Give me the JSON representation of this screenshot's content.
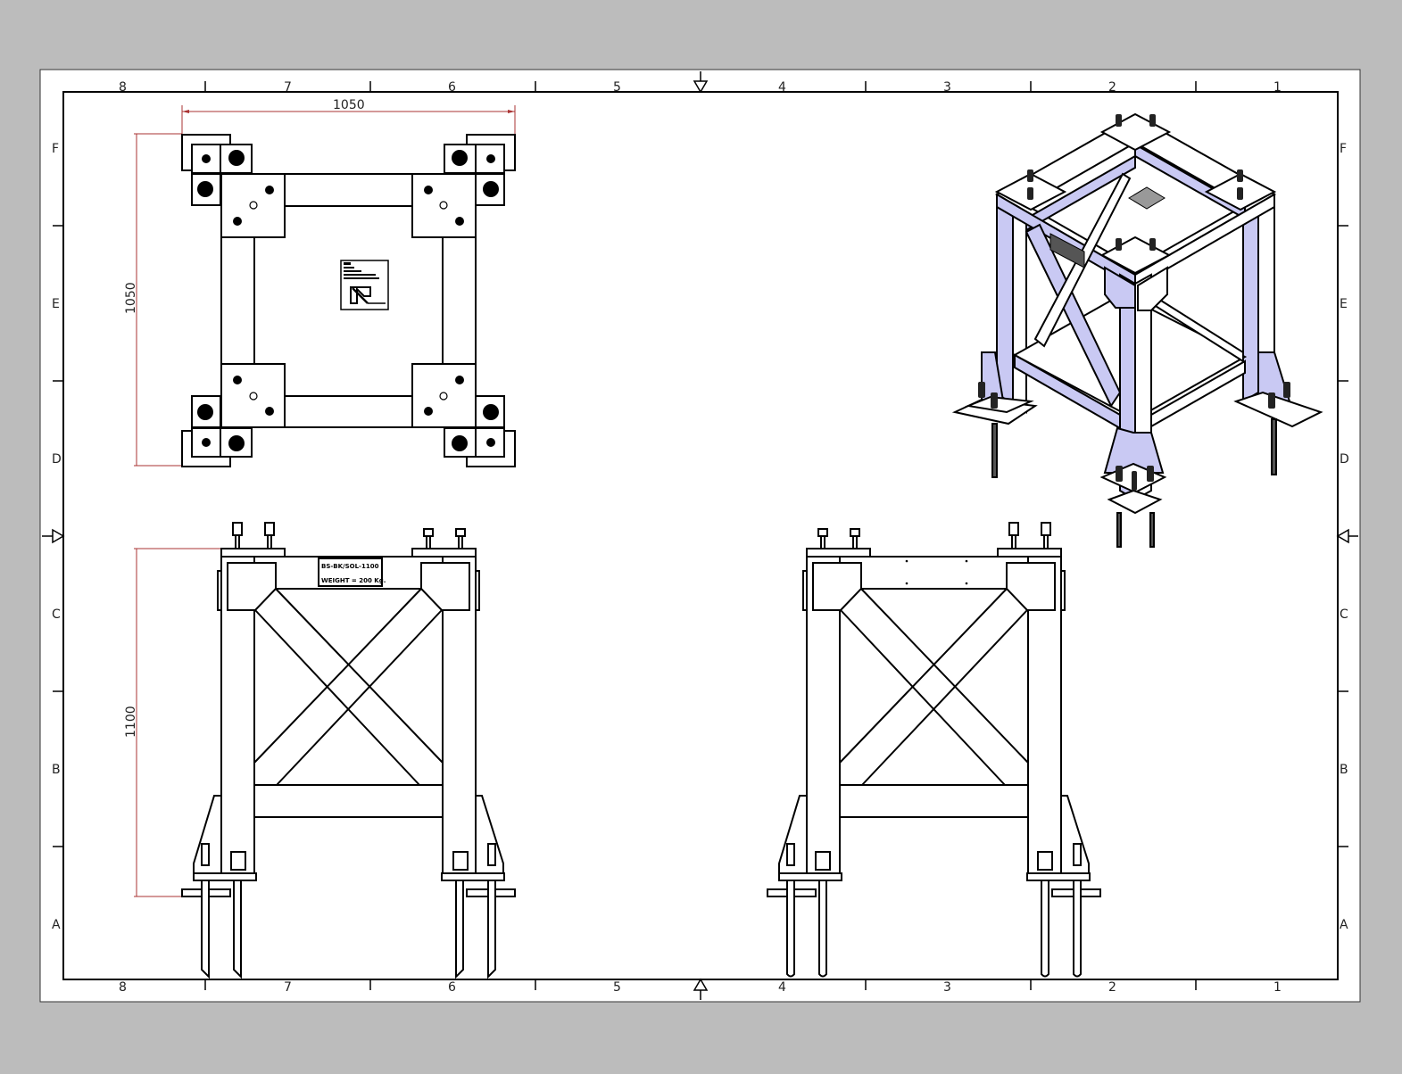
{
  "sheet": {
    "background_color": "#bcbcbc",
    "paper_color": "#ffffff",
    "accent_shade_color": "#c9c9f3",
    "dimension_color": "#a33333",
    "columns_top": [
      "8",
      "7",
      "6",
      "5",
      "4",
      "3",
      "2",
      "1"
    ],
    "columns_bottom": [
      "8",
      "7",
      "6",
      "5",
      "4",
      "3",
      "2",
      "1"
    ],
    "rows_left": [
      "F",
      "E",
      "D",
      "C",
      "B",
      "A"
    ],
    "rows_right": [
      "F",
      "E",
      "D",
      "C",
      "B",
      "A"
    ]
  },
  "views": {
    "top_view": {
      "dim_width": "1050",
      "dim_height": "1050",
      "logo_icon": "company-logo-plate"
    },
    "front_view": {
      "dim_height": "1100",
      "nameplate_line1": "BS-BK/SOL-1100",
      "nameplate_line2": "WEIGHT = 200 Kg."
    },
    "side_view": {},
    "isometric_view": {}
  }
}
